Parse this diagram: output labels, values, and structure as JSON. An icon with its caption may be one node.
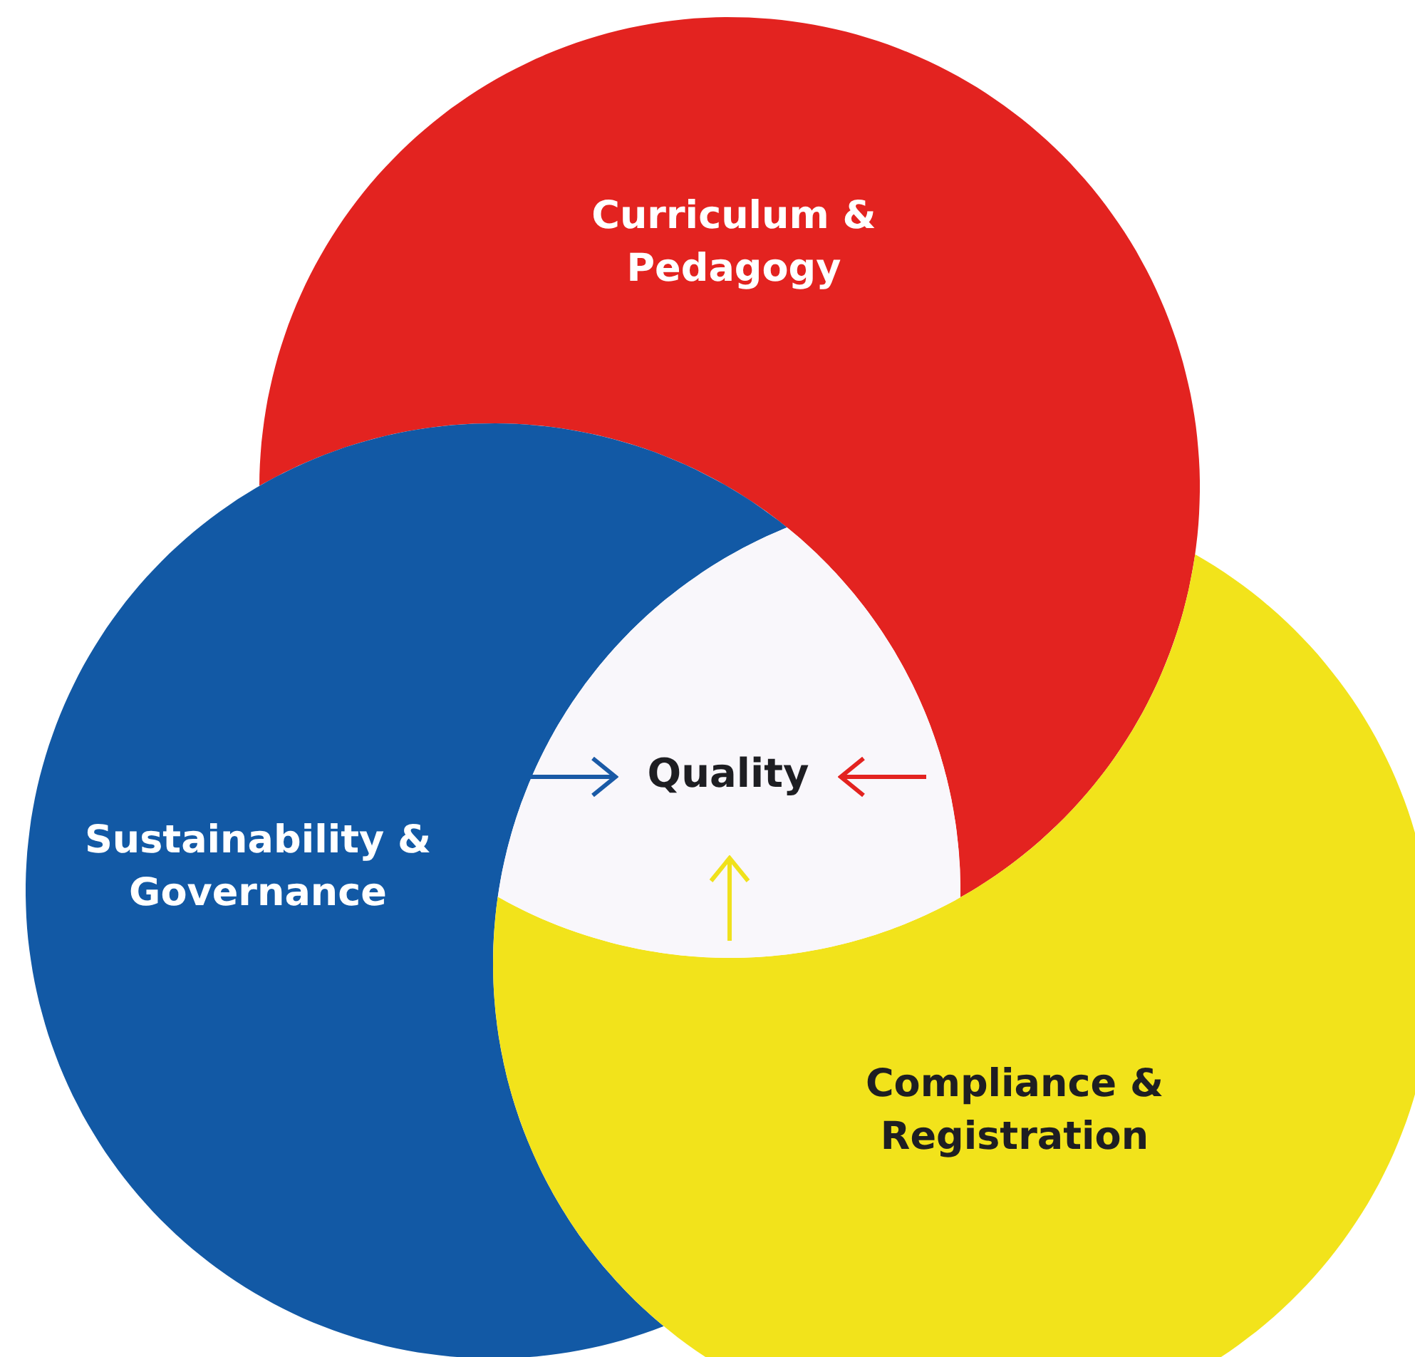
{
  "diagram": {
    "nodes": [
      {
        "text": [
          "Curriculum & Pedagogy"
        ]
      },
      {
        "text": [
          "Sustainability & Governance"
        ]
      },
      {
        "text": [
          "Compliance & Registration"
        ]
      },
      {
        "text": [
          "Quality"
        ]
      }
    ],
    "edges": [
      {
        "from": null,
        "to": 3,
        "arrow": "to",
        "color": "#1a5aa6"
      },
      {
        "from": null,
        "to": 3,
        "arrow": "to",
        "color": "#e32320"
      },
      {
        "from": null,
        "to": 3,
        "arrow": "to",
        "color": "#f0e11c"
      }
    ]
  }
}
